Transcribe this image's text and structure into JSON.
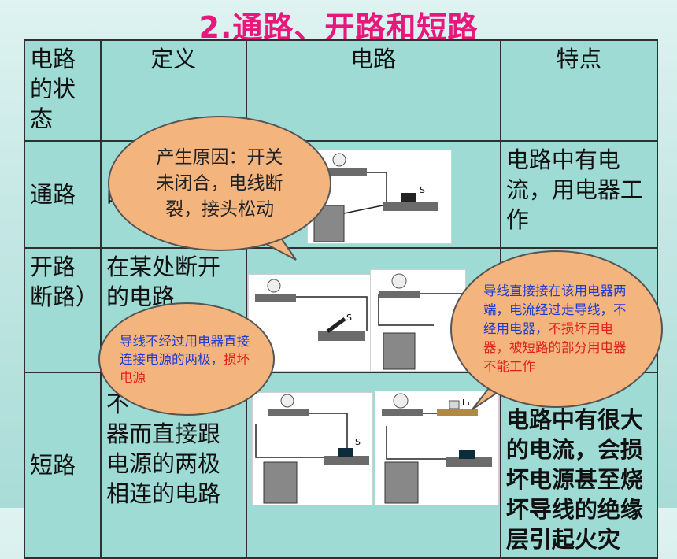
{
  "title": "2.通路、开路和短路",
  "table": {
    "headers": [
      "电路的状态",
      "定义",
      "电路",
      "特点"
    ],
    "rows": [
      {
        "state": "通路",
        "definition": "四",
        "feature": "电路中有电流，用电器工作"
      },
      {
        "state": "开路\n断路）",
        "definition": "在某处断开的电路",
        "feature": ""
      },
      {
        "state": "短路",
        "definition": "不\n器而直接跟电源的两极相连的电路",
        "feature": "电路中有很大的电流，会损坏电源甚至烧坏导线的绝缘层引起火灾"
      }
    ]
  },
  "bubbles": {
    "open_cause": "产生原因：开关未闭合，电线断裂，接头松动",
    "short_source": {
      "main": "导线不经过用电器直接连接电源的两极，",
      "highlight": "损坏电源"
    },
    "short_appliance": {
      "main": "导线直接接在该用电器两端，电流经过走导线，不经用电器，",
      "highlight": "不损坏用电器，被短路的部分用电器不能工作"
    }
  },
  "diagram_labels": {
    "switch": "S",
    "lamp": "L₁"
  },
  "colors": {
    "title": "#e8177b",
    "bubble_fill": "#f4b47e",
    "bubble_text_blue": "#1f3bd1",
    "bubble_text_red": "#e0201e",
    "table_bg": "#9edbd5"
  }
}
